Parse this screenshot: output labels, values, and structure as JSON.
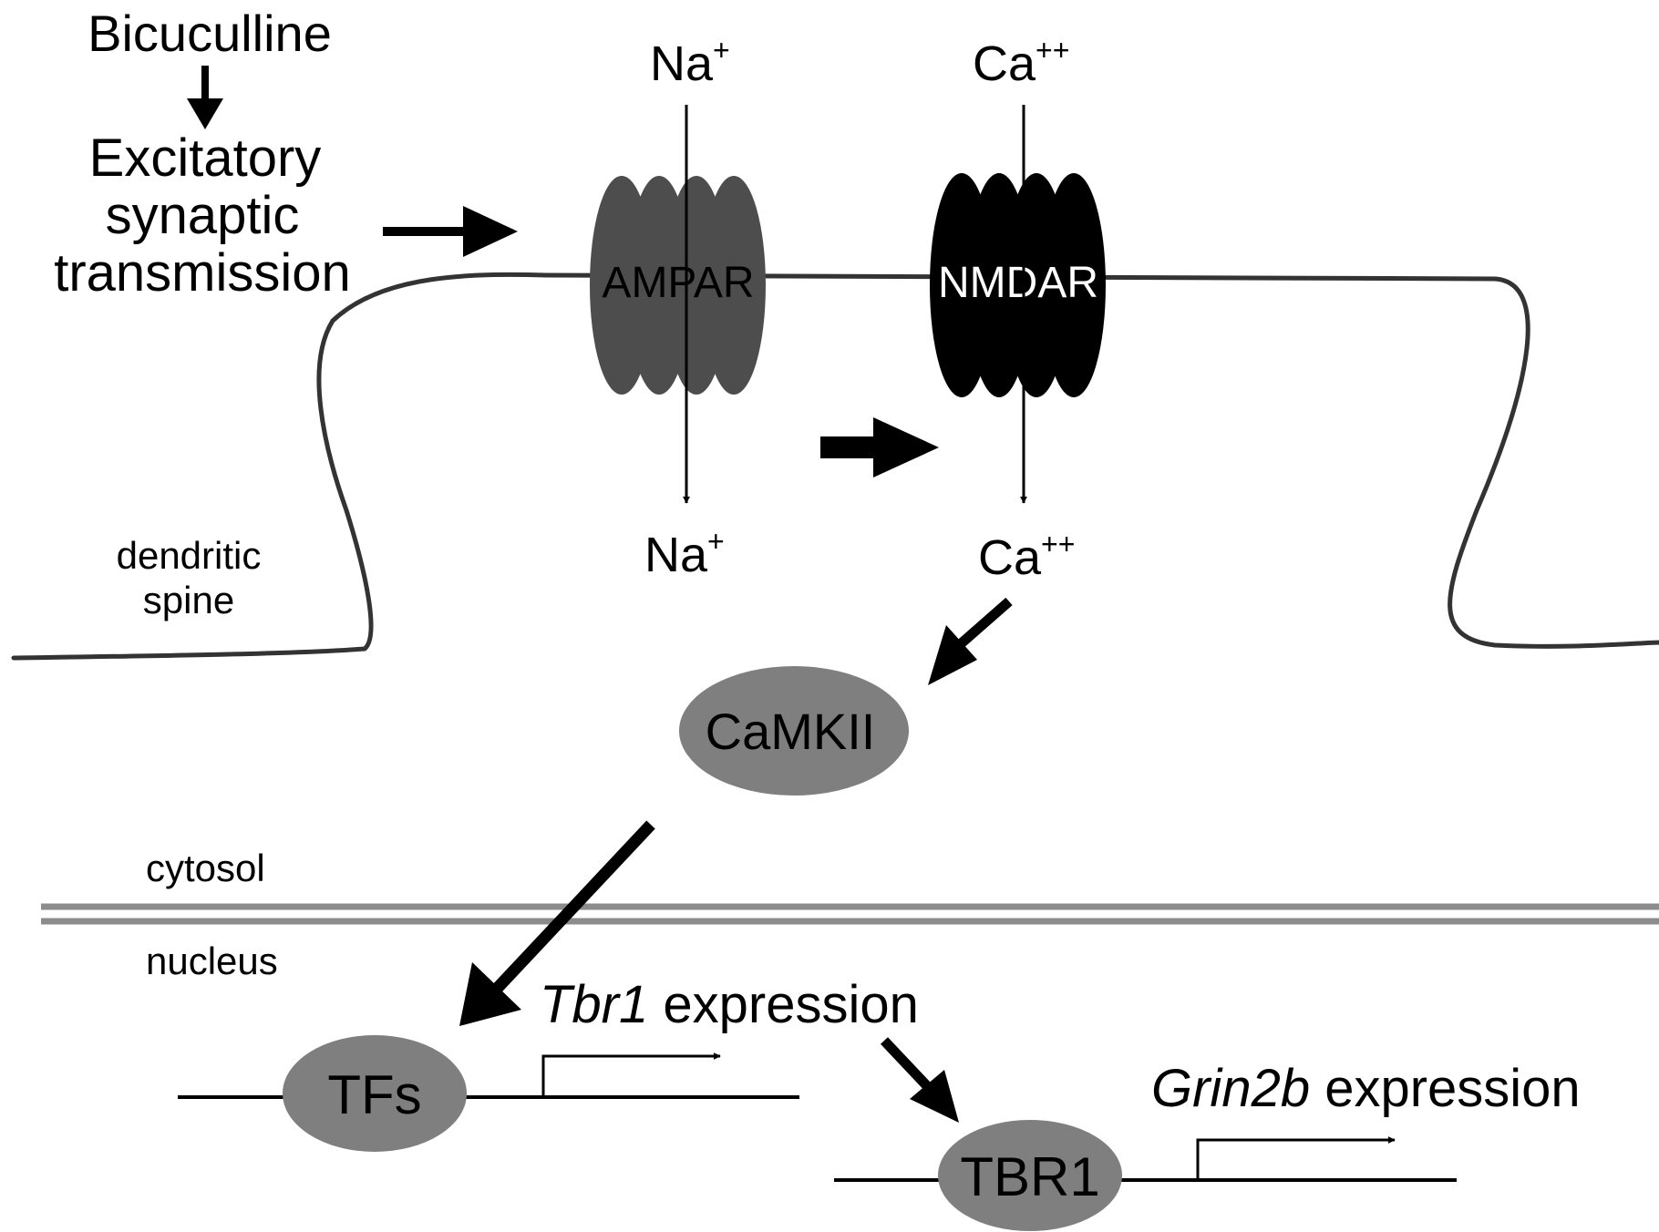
{
  "stimulus": {
    "drug": "Bicuculline",
    "effect_line1": "Excitatory",
    "effect_line2": "synaptic",
    "effect_line3": "transmission"
  },
  "ions": {
    "na_base": "Na",
    "na_charge": "+",
    "ca_base": "Ca",
    "ca_charge": "++"
  },
  "receptors": {
    "ampar": "AMPAR",
    "nmdar": "NMDAR"
  },
  "regions": {
    "spine_line1": "dendritic",
    "spine_line2": "spine",
    "cytosol": "cytosol",
    "nucleus": "nucleus"
  },
  "proteins": {
    "camkii": "CaMKII",
    "tfs": "TFs",
    "tbr1": "TBR1"
  },
  "expression": {
    "tbr1_gene": "Tbr1",
    "grin2b_gene": "Grin2b",
    "suffix": " expression"
  },
  "colors": {
    "ampar_fill": "#4d4d4d",
    "nmdar_fill": "#000000",
    "protein_fill": "#7f7f7f",
    "nuclear_envelope": "#8c8c8c",
    "membrane": "#333333"
  }
}
